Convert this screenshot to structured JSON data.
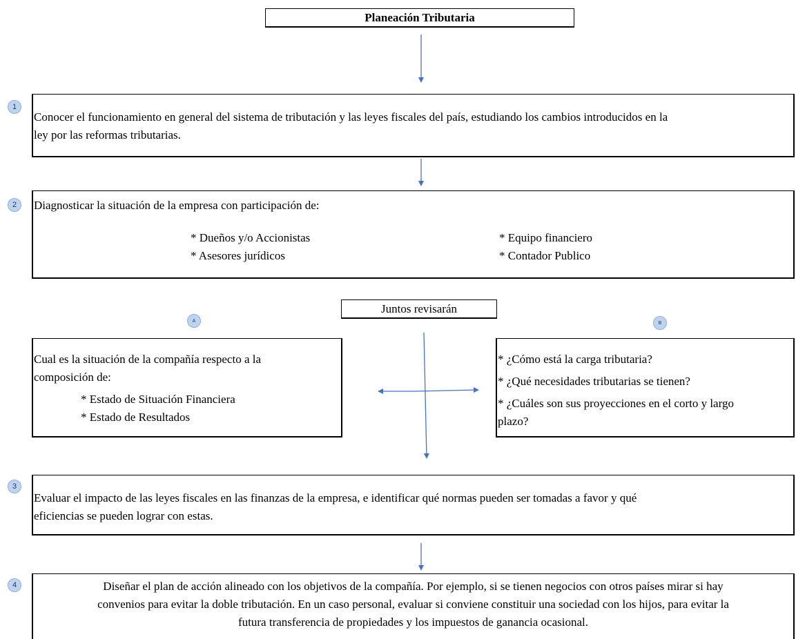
{
  "title": "Planeación Tributaria",
  "steps": {
    "s1": {
      "badge": "1",
      "line1": "Conocer el funcionamiento en general del sistema de tributación y las leyes fiscales del país, estudiando los cambios introducidos en la",
      "line2": "ley por las reformas tributarias."
    },
    "s2": {
      "badge": "2",
      "intro": "Diagnosticar la situación de la empresa con participación de:",
      "p1": "* Dueños y/o Accionistas",
      "p2": "* Asesores jurídicos",
      "p3": "* Equipo financiero",
      "p4": "* Contador Publico"
    },
    "together": "Juntos revisarán",
    "a": {
      "badge": "A",
      "line1": "Cual es la situación de la compañía respecto a la",
      "line2": "composición de:",
      "item1": "* Estado de Situación Financiera",
      "item2": "* Estado de Resultados"
    },
    "b": {
      "badge": "B",
      "q1": "* ¿Cómo está la carga tributaria?",
      "q2": "* ¿Qué necesidades tributarias se tienen?",
      "q3": "* ¿Cuáles son sus proyecciones en el corto y largo",
      "q3b": "plazo?"
    },
    "s3": {
      "badge": "3",
      "line1": "Evaluar el impacto de las leyes fiscales en las finanzas de la empresa, e identificar qué normas pueden ser tomadas a favor y qué",
      "line2": "eficiencias se pueden lograr con estas."
    },
    "s4": {
      "badge": "4",
      "line1": "Diseñar el plan de acción alineado con los objetivos de la compañía. Por ejemplo, si se tienen negocios con otros países mirar si hay",
      "line2": "convenios para evitar la doble tributación. En un caso personal, evaluar si conviene constituir una sociedad con los hijos, para evitar la",
      "line3": "futura transferencia de propiedades y los impuestos de ganancia ocasional."
    }
  },
  "colors": {
    "arrow": "#4472c4",
    "badge_fill": "#bdd3ef"
  }
}
